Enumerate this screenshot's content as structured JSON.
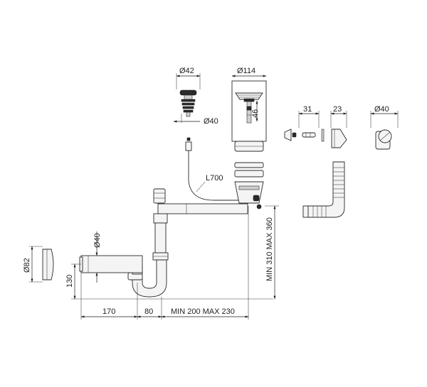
{
  "dimensions": {
    "strainer_diameter": "Ø42",
    "basket_diameter": "Ø114",
    "plug_diameter": "Ø40",
    "plug_height": "46",
    "fitting_length": "31",
    "elbow_length": "23",
    "overflow_diameter": "Ø40",
    "cable_length": "L700",
    "inlet_diameter": "Ø40",
    "cap_diameter": "Ø82",
    "outlet_height": "130",
    "outlet_length": "170",
    "trap_offset": "80",
    "horizontal_range": "MIN 200 MAX 230",
    "vertical_range": "MIN 310 MAX 360"
  }
}
